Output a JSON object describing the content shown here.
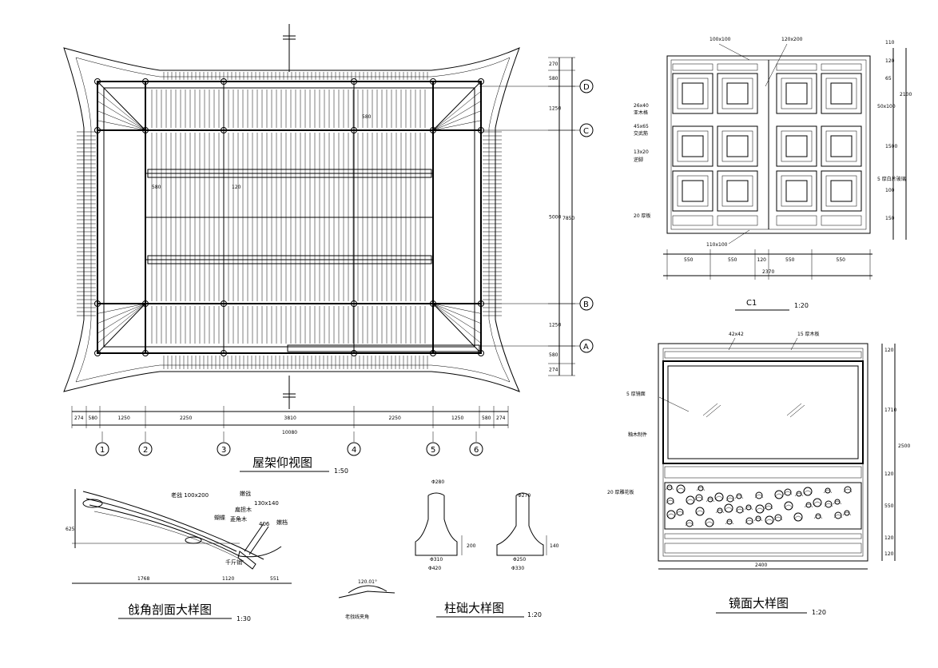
{
  "plan": {
    "title": "屋架仰视图",
    "scale": "1:50",
    "axes_num": [
      "1",
      "2",
      "3",
      "4",
      "5",
      "6"
    ],
    "axes_let": [
      "D",
      "C",
      "B",
      "A"
    ],
    "dims_bottom": [
      "274",
      "580",
      "1250",
      "2250",
      "3810",
      "2250",
      "1250",
      "580",
      "274"
    ],
    "dim_total": "10080",
    "dims_right": [
      "270",
      "580",
      "1250",
      "5000",
      "1250",
      "580",
      "274"
    ],
    "dim_right_total": "7850",
    "dim_eave_a": "580",
    "dim_eave_b": "1250",
    "dims_inner": [
      "580",
      "580",
      "120"
    ]
  },
  "door": {
    "label": "C1",
    "scale": "1:20",
    "dims_bottom": [
      "550",
      "550",
      "120",
      "550",
      "550"
    ],
    "dim_total": "2370",
    "dims_top": [
      "100x100",
      "120x200"
    ],
    "dim_bottom_member": "110x100",
    "dims_right": [
      "110",
      "120",
      "65",
      "2100",
      "1500",
      "100",
      "150"
    ],
    "notes": [
      "26x40",
      "亚木格",
      "45x65",
      "交武筋",
      "13x20",
      "逆脚",
      "20 厚板"
    ],
    "note_right": [
      "50x100",
      "5 厚白片玻璃"
    ]
  },
  "mirror": {
    "title": "镜面大样图",
    "scale": "1:20",
    "top_notes": [
      "42x42",
      "15 厚木板"
    ],
    "notes": [
      "5 厚镜面",
      "釉木制件",
      "20 厚雕花板"
    ],
    "dims_right": [
      "120",
      "1710",
      "2500",
      "120",
      "550",
      "120",
      "120"
    ],
    "dim_total": "2400"
  },
  "corner": {
    "title": "戗角剖面大样图",
    "scale": "1:30",
    "labels": [
      "老戗 100x200",
      "嫩戗",
      "130x140",
      "扁担木",
      "蝴蝶",
      "菱角木",
      "406",
      "嫩档",
      "千斤销"
    ],
    "dim_h": "625",
    "dims_bottom": [
      "1768",
      "1120",
      "551"
    ]
  },
  "base": {
    "title": "柱础大样图",
    "scale": "1:20",
    "top_dims": [
      "Φ280",
      "Φ270"
    ],
    "mid_dims": [
      "Φ310",
      "Φ250"
    ],
    "bottom_dims": [
      "Φ420",
      "Φ330"
    ],
    "side_dims": [
      "200",
      "140"
    ]
  },
  "angle": {
    "label": "老戗线夹角",
    "value": "120.01°"
  }
}
